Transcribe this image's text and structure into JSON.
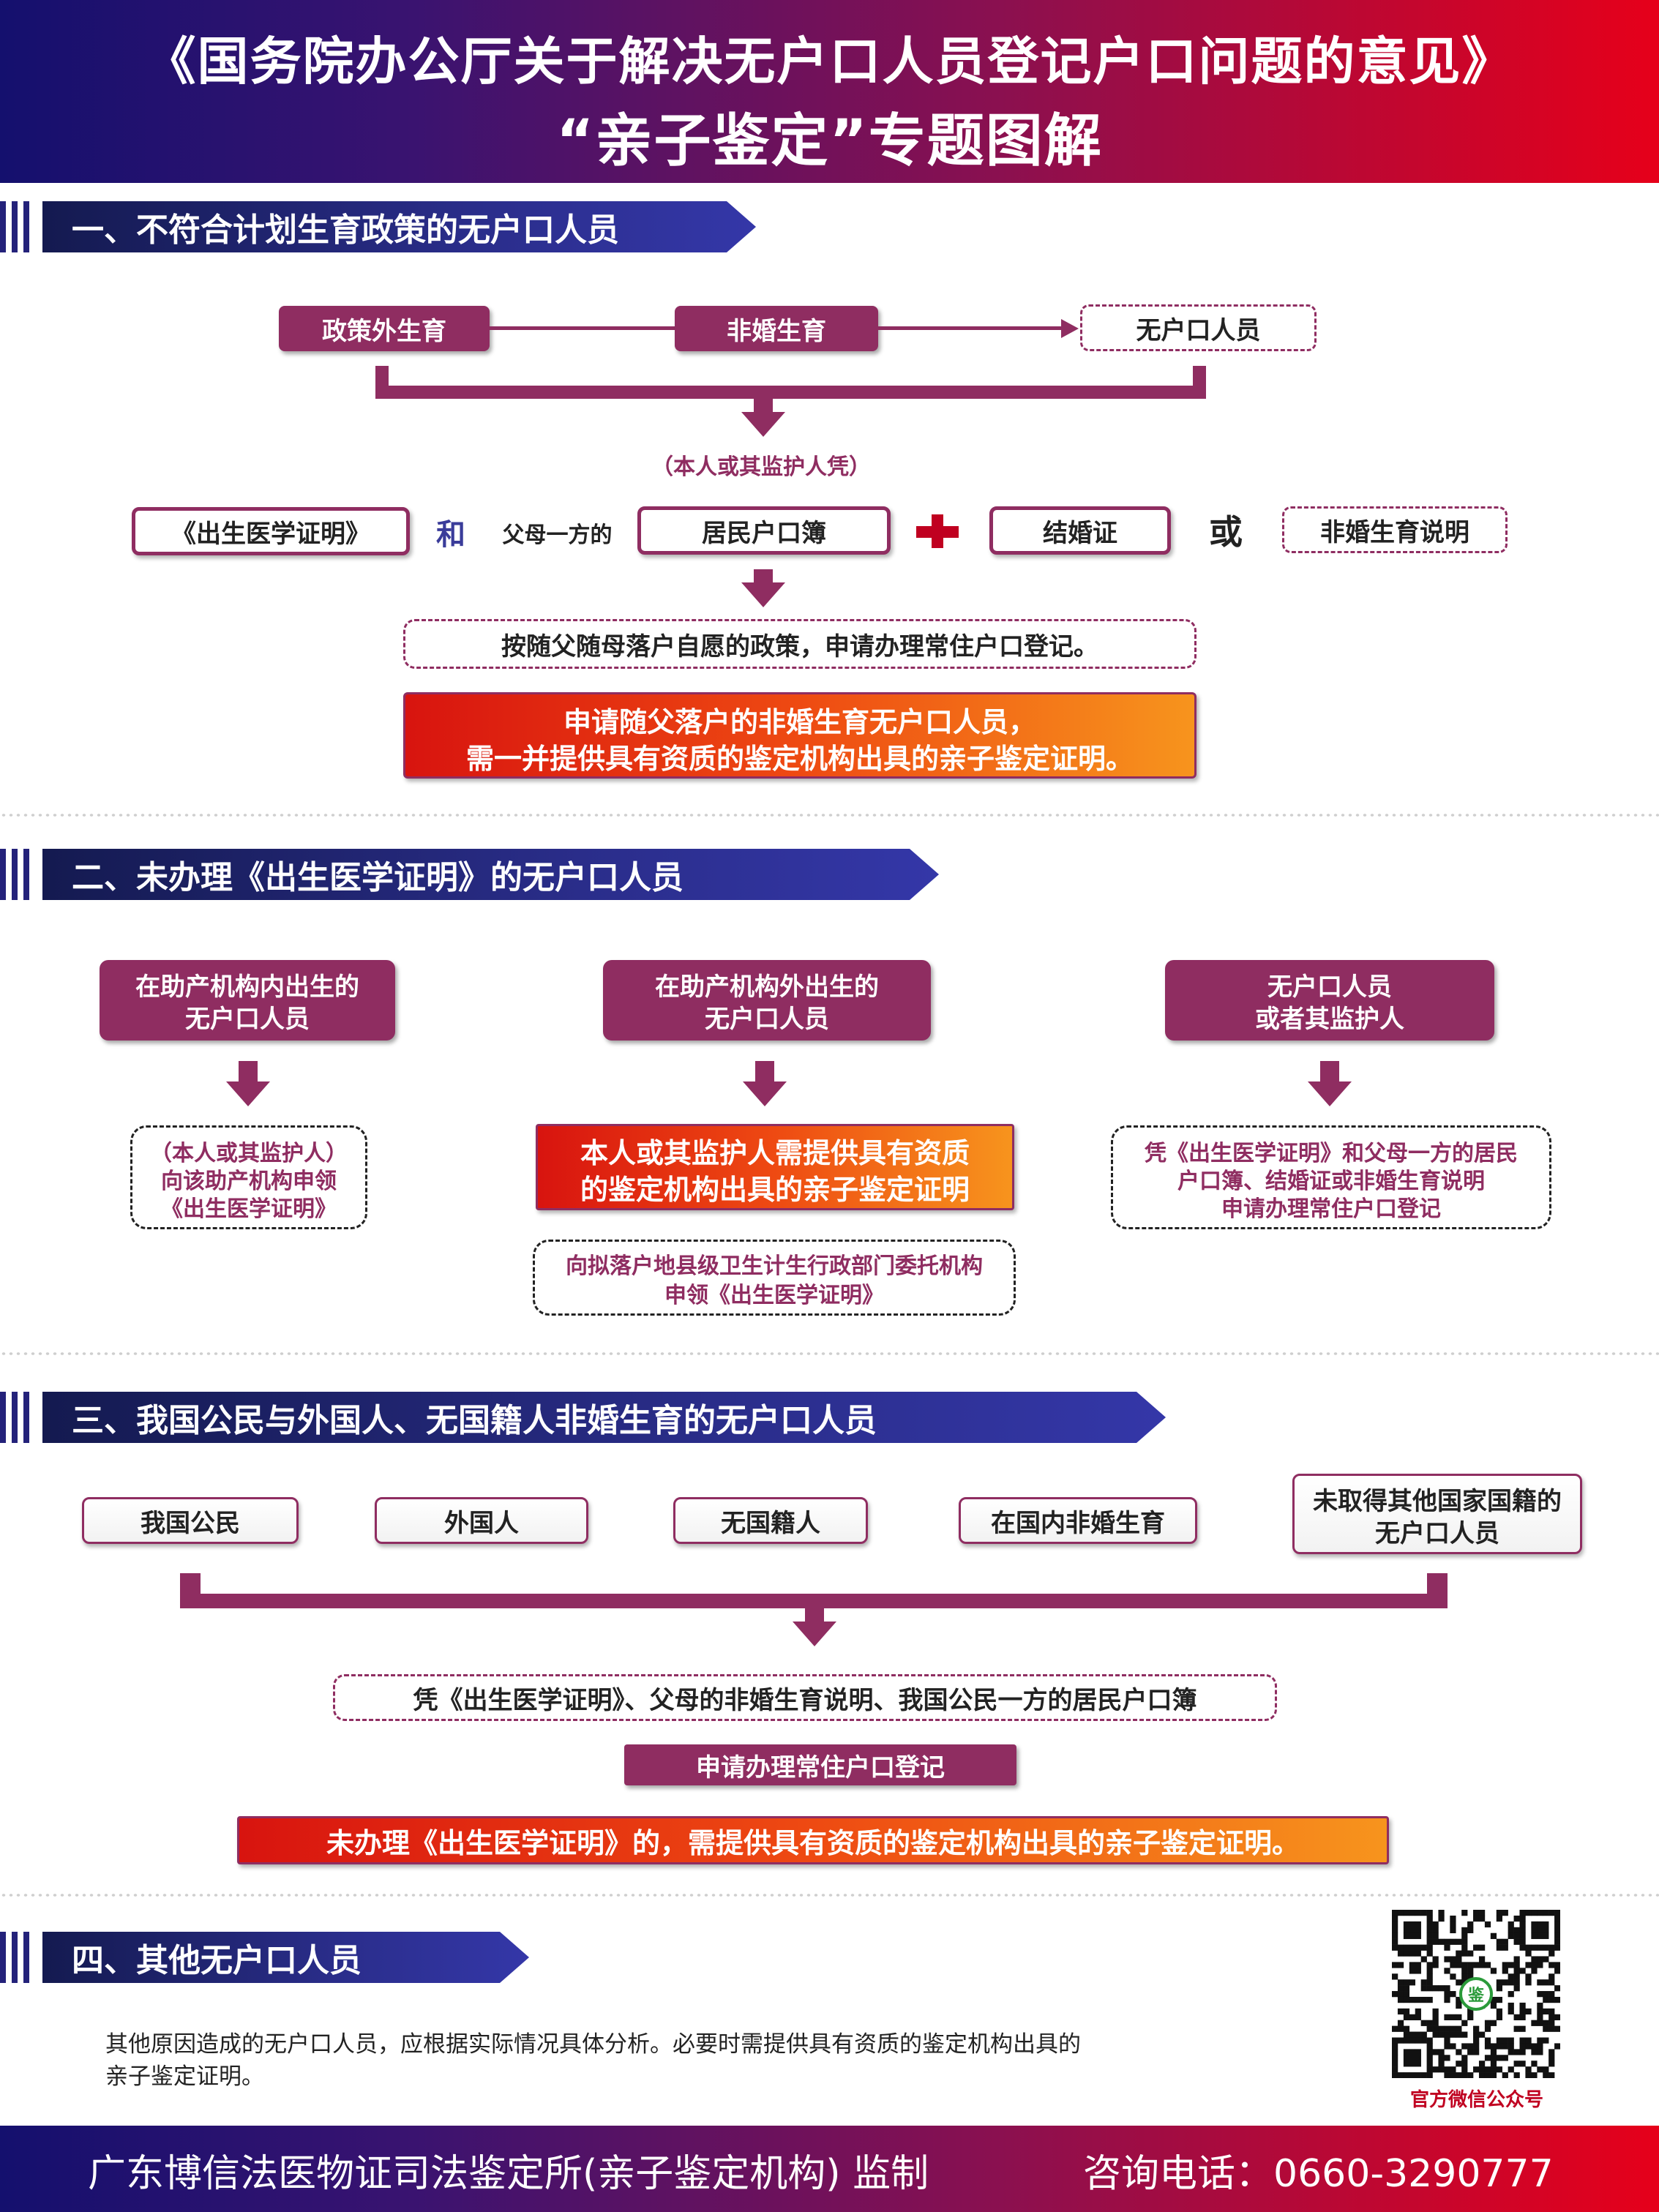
{
  "header": {
    "title_line1": "《国务院办公厅关于解决无户口人员登记户口问题的意见》",
    "title_line2": "“亲子鉴定”专题图解"
  },
  "section1": {
    "heading": "一、不符合计划生育政策的无户口人员",
    "box_policy_outside": "政策外生育",
    "box_nonmarital": "非婚生育",
    "box_unregistered": "无户口人员",
    "note_holder": "（本人或其监护人凭）",
    "doc_birth_cert": "《出生医学证明》",
    "word_and": "和",
    "label_parent_one": "父母一方的",
    "doc_household_register": "居民户口簿",
    "doc_marriage_cert": "结婚证",
    "word_or": "或",
    "doc_nonmarital_statement": "非婚生育说明",
    "result_text": "按随父随母落户自愿的政策，申请办理常住户口登记。",
    "orange_line1": "申请随父落户的非婚生育无户口人员，",
    "orange_line2": "需一并提供具有资质的鉴定机构出具的亲子鉴定证明。"
  },
  "section2": {
    "heading": "二、未办理《出生医学证明》的无户口人员",
    "col1_title_l1": "在助产机构内出生的",
    "col1_title_l2": "无户口人员",
    "col1_note_l1": "（本人或其监护人）",
    "col1_note_l2": "向该助产机构申领",
    "col1_note_l3": "《出生医学证明》",
    "col2_title_l1": "在助产机构外出生的",
    "col2_title_l2": "无户口人员",
    "col2_orange_l1": "本人或其监护人需提供具有资质",
    "col2_orange_l2": "的鉴定机构出具的亲子鉴定证明",
    "col2_note_l1": "向拟落户地县级卫生计生行政部门委托机构",
    "col2_note_l2": "申领《出生医学证明》",
    "col3_title_l1": "无户口人员",
    "col3_title_l2": "或者其监护人",
    "col3_note_l1": "凭《出生医学证明》和父母一方的居民",
    "col3_note_l2": "户口簿、结婚证或非婚生育说明",
    "col3_note_l3": "申请办理常住户口登记"
  },
  "section3": {
    "heading": "三、我国公民与外国人、无国籍人非婚生育的无户口人员",
    "box_citizen": "我国公民",
    "box_foreigner": "外国人",
    "box_stateless": "无国籍人",
    "box_domestic_birth": "在国内非婚生育",
    "box_no_nationality_l1": "未取得其他国家国籍的",
    "box_no_nationality_l2": "无户口人员",
    "docs_text": "凭《出生医学证明》、父母的非婚生育说明、我国公民一方的居民户口簿",
    "apply_text": "申请办理常住户口登记",
    "orange_text": "未办理《出生医学证明》的，需提供具有资质的鉴定机构出具的亲子鉴定证明。"
  },
  "section4": {
    "heading": "四、其他无户口人员",
    "body_l1": "其他原因造成的无户口人员，应根据实际情况具体分析。必要时需提供具有资质的鉴定机构出具的",
    "body_l2": "亲子鉴定证明。",
    "qr_caption": "官方微信公众号",
    "qr_logo_char": "鉴"
  },
  "footer": {
    "org_text": "广东博信法医物证司法鉴定所(亲子鉴定机构)  监制",
    "phone_text": "咨询电话：0660-3290777"
  },
  "colors": {
    "brand_plum": "#8f2d61",
    "banner_navy": "#24227a",
    "accent_red": "#e6001a",
    "accent_orange": "#f7941d"
  }
}
